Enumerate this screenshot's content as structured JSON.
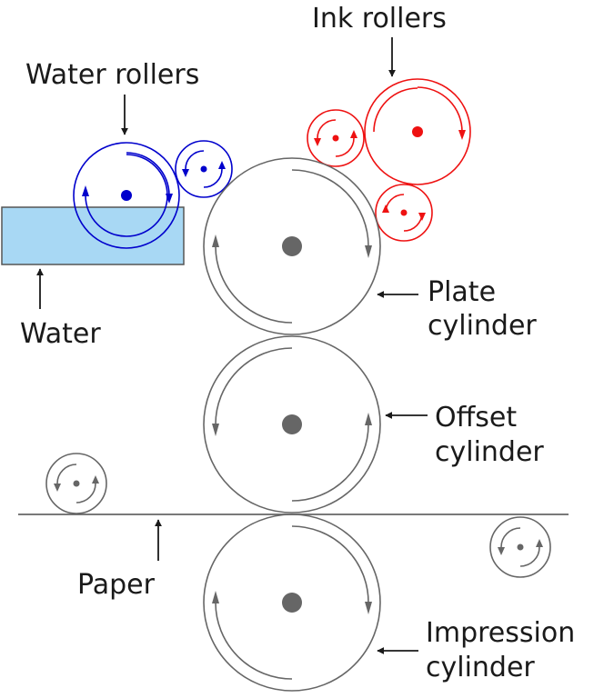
{
  "labels": {
    "ink_rollers": "Ink rollers",
    "water_rollers": "Water rollers",
    "water": "Water",
    "plate_line1": "Plate",
    "plate_line2": "cylinder",
    "offset_line1": "Offset",
    "offset_line2": "cylinder",
    "paper": "Paper",
    "impression_line1": "Impression",
    "impression_line2": "cylinder"
  },
  "colors": {
    "water_roller": "#0000cc",
    "ink_roller": "#ee1111",
    "cylinder": "#666666",
    "water_fill": "#a8d8f4",
    "water_stroke": "#555555",
    "text": "#1a1a1a"
  }
}
